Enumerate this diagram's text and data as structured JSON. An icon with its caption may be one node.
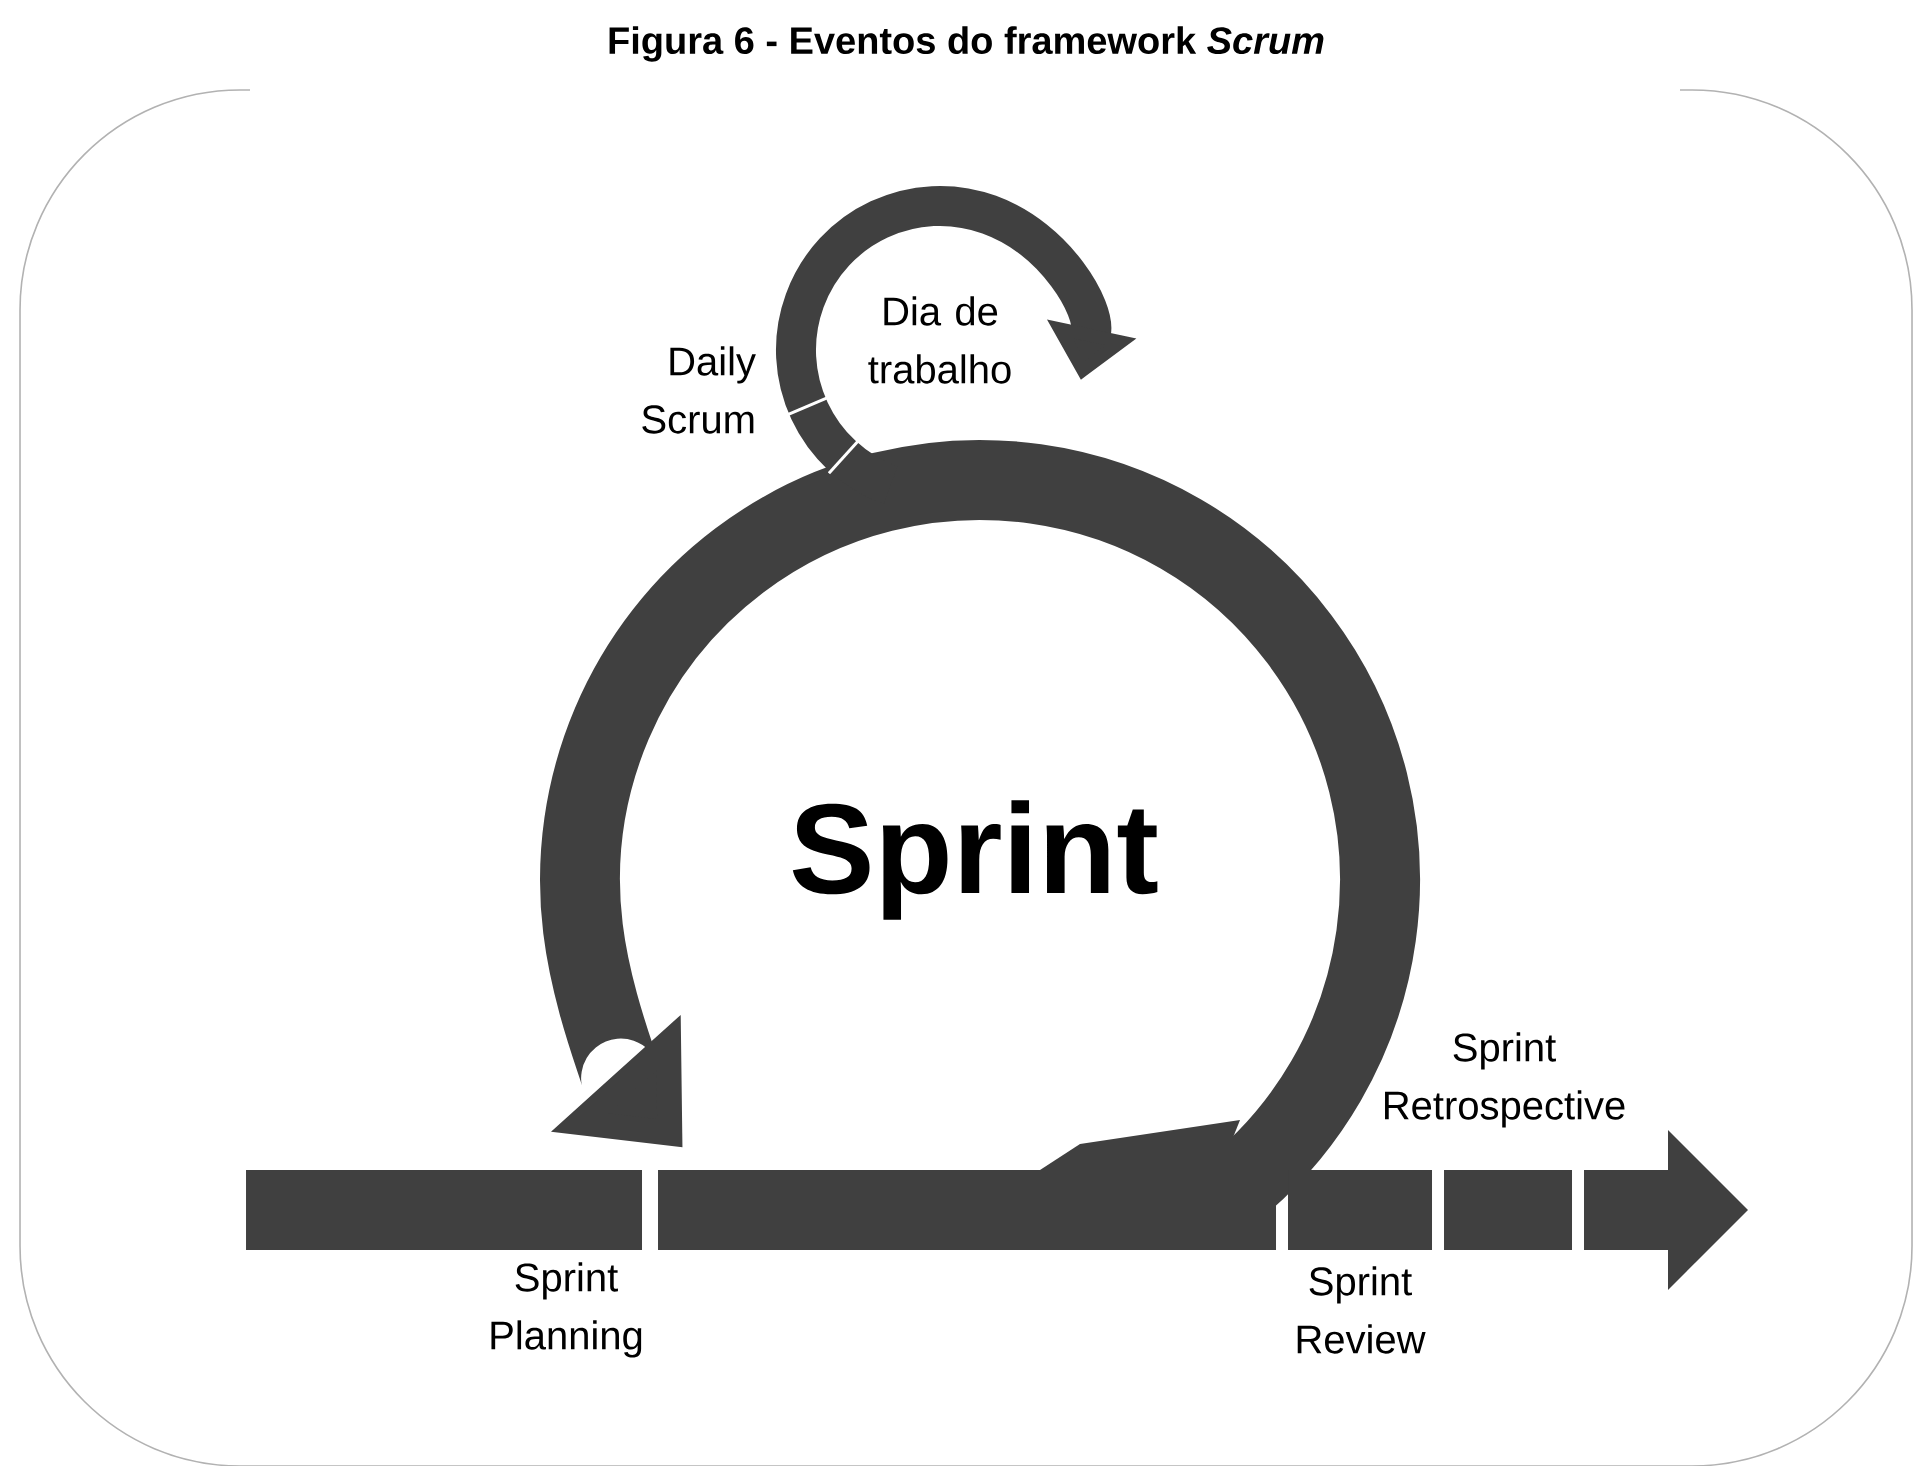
{
  "diagram": {
    "title": "Figura 6 - Eventos do framework *Scrum*",
    "labels": [
      "Dia de trabalho",
      "Daily Scrum",
      "Sprint",
      "Sprint Retrospective",
      "Sprint Planning",
      "Sprint Review"
    ]
  }
}
